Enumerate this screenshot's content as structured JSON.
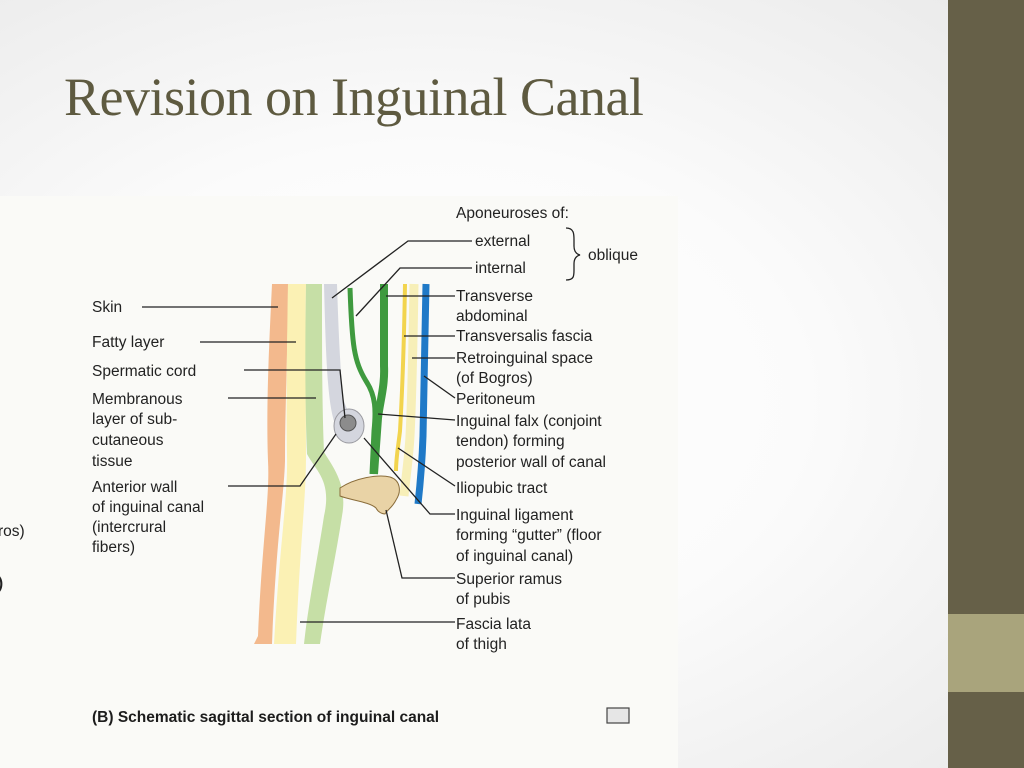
{
  "slide": {
    "title": "Revision on Inguinal Canal",
    "colors": {
      "title": "#5e5a40",
      "sidebar": "#666048",
      "sidebar_block": "#a9a47c",
      "skin": "#f3b98d",
      "fatty_layer": "#fbf1b4",
      "membranous_layer": "#c6dfa6",
      "aponeurosis_external": "#d4d6de",
      "muscle_green": "#3f9a3f",
      "transversalis": "#f2d44e",
      "peritoneum": "#1f79c7",
      "pubis": "#e9d3a6"
    }
  },
  "figure": {
    "labels_left": [
      "Skin",
      "Fatty layer",
      "Spermatic cord",
      "Membranous",
      "layer of sub-",
      "cutaneous",
      "tissue",
      "Anterior wall",
      "of inguinal canal",
      "(intercrural",
      "fibers)"
    ],
    "labels_right": [
      "Aponeuroses of:",
      "external",
      "internal",
      "oblique",
      "Transverse",
      "abdominal",
      "Transversalis fascia",
      "Retroinguinal space",
      "(of Bogros)",
      "Peritoneum",
      "Inguinal falx (conjoint",
      "tendon) forming",
      "posterior wall of canal",
      "Iliopubic tract",
      "Inguinal ligament",
      "forming “gutter” (floor",
      "of inguinal canal)",
      "Superior ramus",
      "of pubis",
      "Fascia lata",
      "of thigh"
    ],
    "edge_fragments": [
      "ros)",
      ")"
    ],
    "caption": "(B) Schematic sagittal section of inguinal canal"
  }
}
